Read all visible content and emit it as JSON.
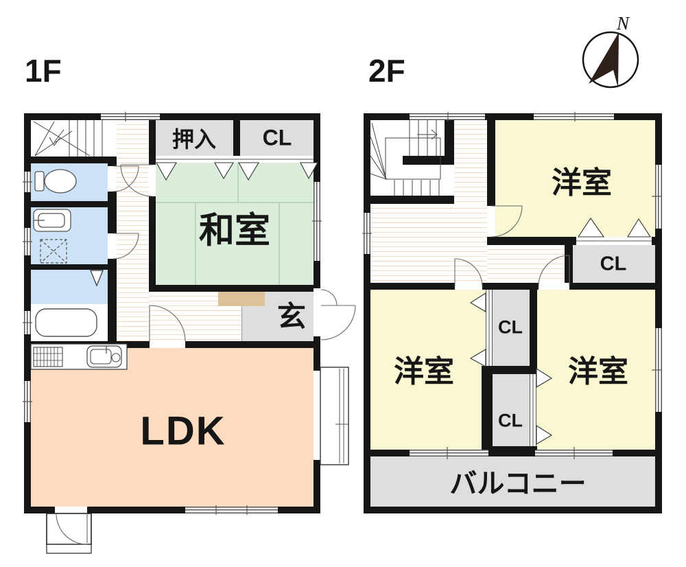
{
  "floor1": {
    "title": "1F",
    "labels": {
      "oshiire": "押入",
      "closet": "CL",
      "washitsu": "和室",
      "genkan": "玄",
      "ldk": "LDK"
    }
  },
  "floor2": {
    "title": "2F",
    "labels": {
      "yoshitsu_top": "洋室",
      "yoshitsu_left": "洋室",
      "yoshitsu_right": "洋室",
      "closet_right": "CL",
      "closet_mid_top": "CL",
      "closet_mid_bottom": "CL",
      "balcony": "バルコニー"
    }
  },
  "compass": {
    "north": "N"
  },
  "colors": {
    "wall": "#161616",
    "tatami_room": "#daeedb",
    "western_room": "#faf8d2",
    "water_rooms": "#cde2f6",
    "closet": "#dedede",
    "ldk": "#fbdcc0",
    "entry_step": "#dbc29b",
    "wood_floor_line": "#f0dcc4"
  }
}
